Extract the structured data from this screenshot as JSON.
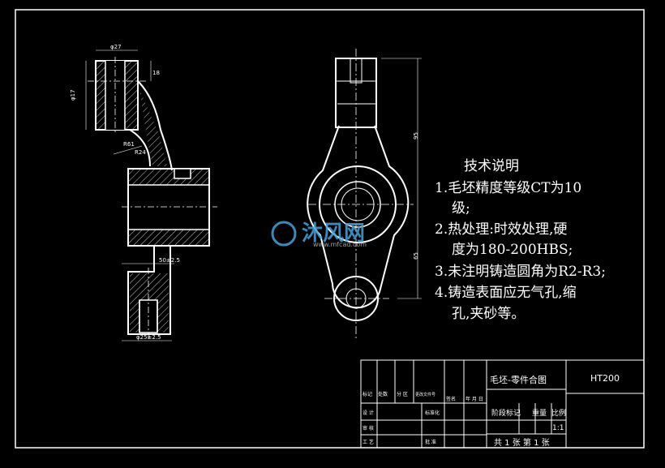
{
  "notes": {
    "heading": "技术说明",
    "items": [
      "1.毛坯精度等级CT为10",
      "级;",
      "2.热处理:时效处理,硬",
      "度为180-200HBS;",
      "3.未注明铸造圆角为R2-R3;",
      "4.铸造表面应无气孔,缩",
      "孔,夹砂等。"
    ]
  },
  "title_block": {
    "drawing_title": "毛坯-零件合图",
    "material": "HT200",
    "cells": {
      "mark": "标记",
      "count": "处数",
      "zone": "分 区",
      "change_doc": "更改文件号",
      "signature": "签名",
      "date": "年 月 日",
      "design": "设 计",
      "standardization": "标准化",
      "review": "审 核",
      "process": "工 艺",
      "approve": "批 准",
      "stage_mark": "阶段标记",
      "weight": "重量",
      "scale": "比例",
      "scale_value": "1:1",
      "sheets": "共 1 张  第 1 张"
    }
  },
  "dims": {
    "top_width": "φ27",
    "height_right": "18",
    "left_vertical": "φ17",
    "radius1": "R61",
    "radius2": "R24",
    "step_width": "50±2.5",
    "bottom_width": "φ25±2.5",
    "front_upper": "95",
    "front_lower": "65"
  },
  "watermark": {
    "name": "沐风网",
    "url": "www.mfcad.com"
  }
}
